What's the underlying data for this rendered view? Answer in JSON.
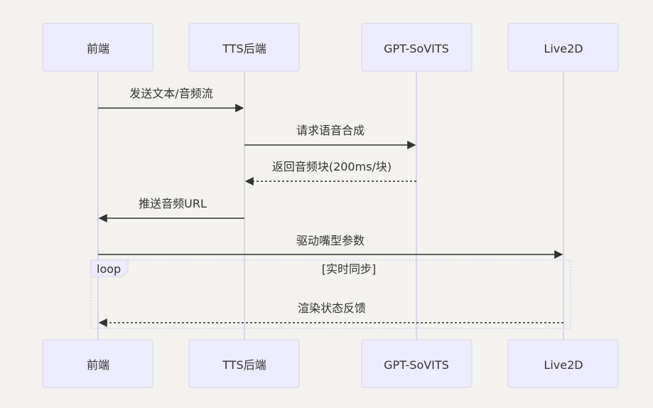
{
  "actors": [
    {
      "name": "前端"
    },
    {
      "name": "TTS后端"
    },
    {
      "name": "GPT-SoVITS"
    },
    {
      "name": "Live2D"
    }
  ],
  "messages": [
    {
      "from": 0,
      "to": 1,
      "label": "发送文本/音频流",
      "style": "solid"
    },
    {
      "from": 1,
      "to": 2,
      "label": "请求语音合成",
      "style": "solid"
    },
    {
      "from": 2,
      "to": 1,
      "label": "返回音频块(200ms/块)",
      "style": "dashed"
    },
    {
      "from": 1,
      "to": 0,
      "label": "推送音频URL",
      "style": "solid"
    },
    {
      "from": 0,
      "to": 3,
      "label": "驱动嘴型参数",
      "style": "solid"
    },
    {
      "from": 3,
      "to": 0,
      "label": "渲染状态反馈",
      "style": "dashed"
    }
  ],
  "loop": {
    "keyword": "loop",
    "condition": "[实时同步]"
  },
  "colors": {
    "background": "#f3f2ef",
    "actor_fill": "#ececfe",
    "actor_border": "#d6d3ee",
    "lifeline": "#d9d4ee",
    "text": "#333333"
  }
}
